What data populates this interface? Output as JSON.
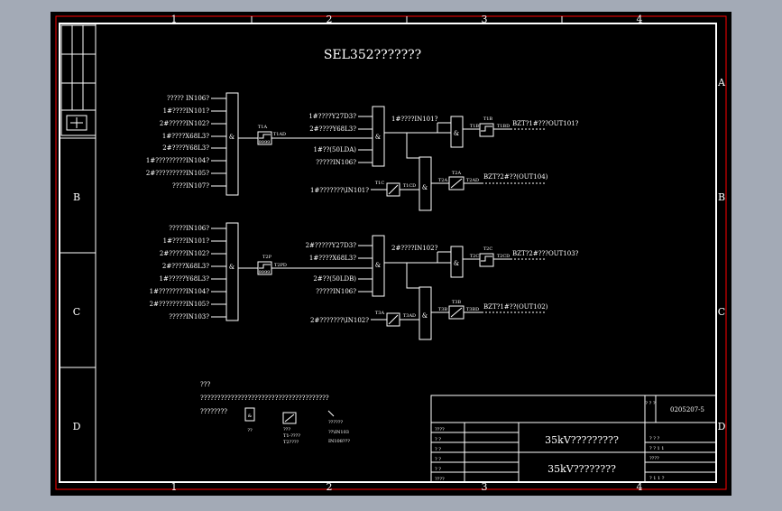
{
  "drawing": {
    "title": "SEL352???????",
    "grid_cols": [
      "1",
      "2",
      "3",
      "4"
    ],
    "grid_rows": [
      "A",
      "B",
      "C",
      "D"
    ],
    "colors": {
      "background": "#000000",
      "frame": "#ffffff",
      "outer_border": "#ff0000",
      "viewer": "#a3aab6"
    }
  },
  "block1": {
    "inputs": [
      "????? IN106?",
      "1#????IN101?",
      "2#?????IN102?",
      "1#????X68L3?",
      "2#????Y68L3?",
      "1#?????????IN104?",
      "2#?????????IN105?",
      "????IN107?"
    ],
    "and_label": "&",
    "timer": {
      "in": "T1A",
      "out": "T1AD",
      "value": "9999"
    },
    "and2_inputs": [
      "1#????Y27D3?",
      "2#????Y68L3?",
      "1#??(50LDA)",
      "?????IN106?"
    ],
    "and2_label": "&",
    "and3_input": "1#????IN101?",
    "out1": {
      "t_in": "T1B",
      "t_out": "T1BD",
      "label": "BZT?1#???OUT101?"
    },
    "and4_input": "1#???????\\IN101?",
    "timer3": {
      "in": "T1C",
      "out": "T1CD"
    },
    "out2": {
      "t_in": "T2A",
      "t_out": "T2AD",
      "label": "BZT?2#??(OUT104)"
    }
  },
  "block2": {
    "inputs": [
      "?????IN106?",
      "1#????IN101?",
      "2#?????IN102?",
      "2#????X68L3?",
      "1#?????Y68L3?",
      "1#????????IN104?",
      "2#????????IN105?",
      "?????IN103?"
    ],
    "and_label": "&",
    "timer": {
      "in": "T2P",
      "out": "T2PD",
      "value": "9999"
    },
    "and2_inputs": [
      "2#?????Y27D3?",
      "1#????X68L3?",
      "2#??(50LDB)",
      "?????IN106?"
    ],
    "and2_label": "&",
    "and3_input": "2#????IN102?",
    "out1": {
      "t_in": "T2C",
      "t_out": "T2CD",
      "label": "BZT?2#???OUT103?"
    },
    "and4_input": "2#???????\\IN102?",
    "timer3": {
      "in": "T3A",
      "out": "T3AD"
    },
    "out2": {
      "t_in": "T3B",
      "t_out": "T3BD",
      "label": "BZT?1#??(OUT102)"
    }
  },
  "notes": {
    "title": "???",
    "line1": "??????????????????????????????????????",
    "legend_text": "????????",
    "and_symbol_caption": "??",
    "timer_caption1": "???",
    "timer_caption2": "T1-????",
    "timer_caption3": "T2????",
    "arrow_caption1": "??????",
    "arrow_caption2": "??\\IN103",
    "arrow_caption3": "IN108???"
  },
  "title_block": {
    "drawing_no": "0205207-5",
    "project_line1": "35kV?????????",
    "project_line2": "35kV????????",
    "left_rows": [
      "????",
      "? ?",
      "? ?",
      "? ?",
      "? ?",
      "????"
    ],
    "stage_labels": [
      "? ? ?",
      "? ?  1  1",
      "  ????",
      "? 1   1  ?"
    ],
    "side_label": "? ? ?"
  }
}
